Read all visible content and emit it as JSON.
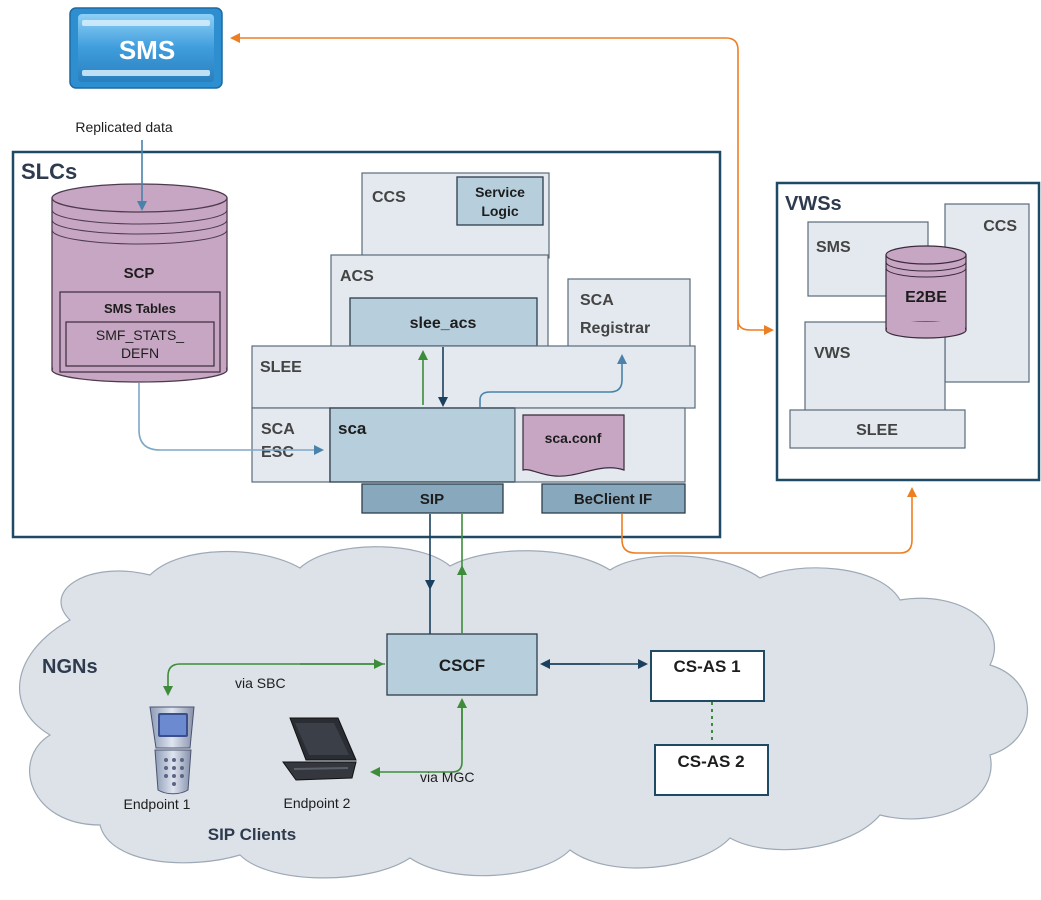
{
  "colors": {
    "navy_frame": "#1f4a66",
    "light_blue_fill": "#b7cfdc",
    "light_blue_stroke": "#42596b",
    "mid_blue_fill": "#88a9bd",
    "gray_fill": "#e3e9ee",
    "purple_fill": "#c7a6c4",
    "orange_arrow": "#ee7e22",
    "green_arrow": "#3d8c3a",
    "navy_arrow": "#1b3f5f",
    "cloud_fill": "#dde2e8",
    "sms_blue": "#4fa6e0"
  },
  "top": {
    "sms_label": "SMS",
    "replicated_label": "Replicated data"
  },
  "slcs": {
    "title": "SLCs",
    "scp": {
      "label": "SCP",
      "sms_tables": "SMS Tables",
      "smf_line1": "SMF_STATS_",
      "smf_line2": "DEFN"
    },
    "ccs": "CCS",
    "service_logic_1": "Service",
    "service_logic_2": "Logic",
    "acs": "ACS",
    "slee_acs": "slee_acs",
    "sca_registrar_1": "SCA",
    "sca_registrar_2": "Registrar",
    "slee": "SLEE",
    "sca_esc_1": "SCA",
    "sca_esc_2": "ESC",
    "sca": "sca",
    "sca_conf": "sca.conf",
    "sip": "SIP",
    "beclient": "BeClient IF"
  },
  "vwss": {
    "title": "VWSs",
    "sms": "SMS",
    "ccs": "CCS",
    "e2be": "E2BE",
    "vws": "VWS",
    "slee": "SLEE"
  },
  "ngns": {
    "title": "NGNs",
    "cscf": "CSCF",
    "cs_as_1": "CS-AS 1",
    "cs_as_2": "CS-AS 2",
    "via_sbc": "via SBC",
    "via_mgc": "via MGC",
    "endpoint_1": "Endpoint 1",
    "endpoint_2": "Endpoint 2",
    "sip_clients": "SIP Clients"
  }
}
